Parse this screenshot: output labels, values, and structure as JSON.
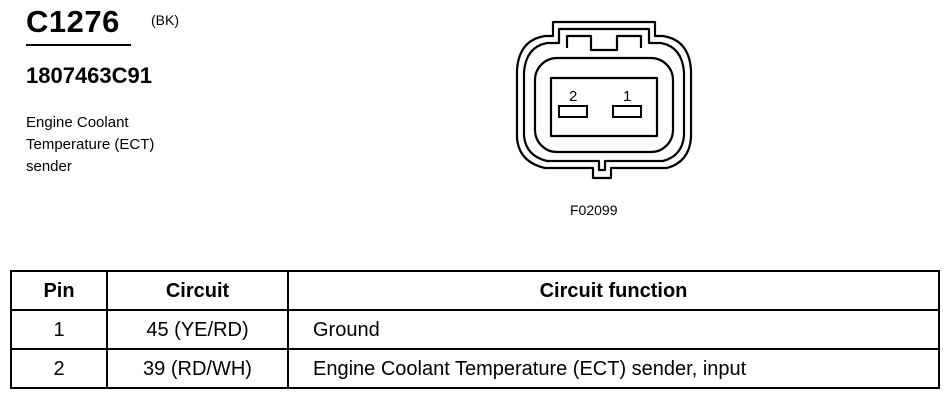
{
  "connector": {
    "id": "C1276",
    "color": "(BK)",
    "part_number": "1807463C91",
    "description_lines": [
      "Engine Coolant",
      "Temperature (ECT)",
      "sender"
    ]
  },
  "diagram": {
    "pin_labels": [
      "2",
      "1"
    ],
    "figure_code": "F02099"
  },
  "table": {
    "headers": [
      "Pin",
      "Circuit",
      "Circuit function"
    ],
    "rows": [
      {
        "pin": "1",
        "circuit": "45 (YE/RD)",
        "function": "Ground"
      },
      {
        "pin": "2",
        "circuit": "39 (RD/WH)",
        "function": "Engine Coolant Temperature (ECT) sender, input"
      }
    ]
  }
}
